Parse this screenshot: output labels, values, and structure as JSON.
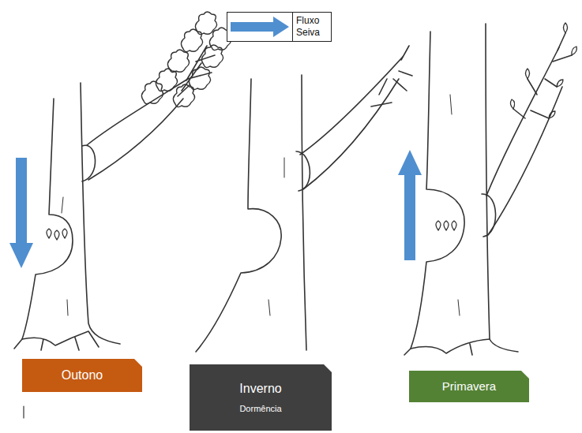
{
  "diagram": {
    "nodes": [
      {
        "text": [
          "Outono"
        ]
      },
      {
        "text": [
          "Inverno",
          "Dormência"
        ]
      },
      {
        "text": [
          "Primavera"
        ]
      }
    ],
    "legend": [
      {
        "text": "Fluxo Seiva"
      }
    ]
  }
}
